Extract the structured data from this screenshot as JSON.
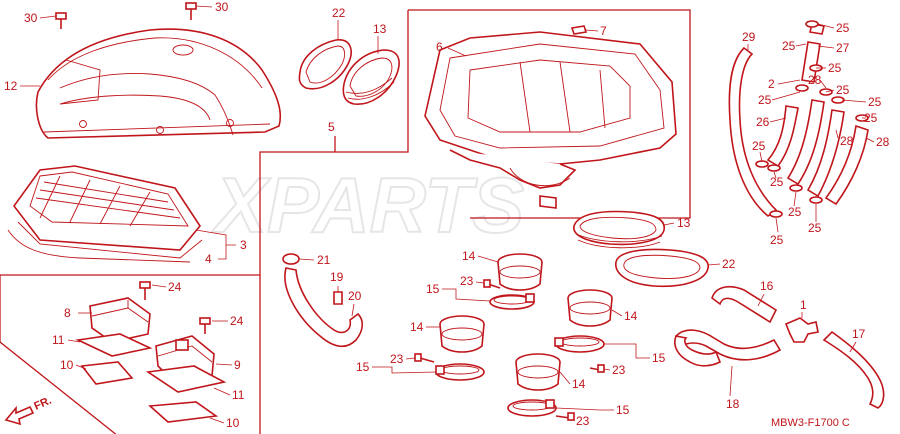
{
  "watermark": "XPARTS",
  "diagram_code": "MBW3-F1700 C",
  "front_indicator": "FR.",
  "labels": [
    {
      "id": "l30a",
      "text": "30"
    },
    {
      "id": "l30b",
      "text": "30"
    },
    {
      "id": "l12",
      "text": "12"
    },
    {
      "id": "l22a",
      "text": "22"
    },
    {
      "id": "l13a",
      "text": "13"
    },
    {
      "id": "l5",
      "text": "5"
    },
    {
      "id": "l6",
      "text": "6"
    },
    {
      "id": "l7",
      "text": "7"
    },
    {
      "id": "l3",
      "text": "3"
    },
    {
      "id": "l4",
      "text": "4"
    },
    {
      "id": "l21",
      "text": "21"
    },
    {
      "id": "l13b",
      "text": "13"
    },
    {
      "id": "l22b",
      "text": "22"
    },
    {
      "id": "l29",
      "text": "29"
    },
    {
      "id": "l25a",
      "text": "25"
    },
    {
      "id": "l27",
      "text": "27"
    },
    {
      "id": "l25b",
      "text": "25"
    },
    {
      "id": "l25c",
      "text": "25"
    },
    {
      "id": "l2",
      "text": "2"
    },
    {
      "id": "l28a",
      "text": "28"
    },
    {
      "id": "l25d",
      "text": "25"
    },
    {
      "id": "l25e",
      "text": "25"
    },
    {
      "id": "l25f",
      "text": "25"
    },
    {
      "id": "l26",
      "text": "26"
    },
    {
      "id": "l25g",
      "text": "25"
    },
    {
      "id": "l28b",
      "text": "28"
    },
    {
      "id": "l28c",
      "text": "28"
    },
    {
      "id": "l25h",
      "text": "25"
    },
    {
      "id": "l25i",
      "text": "25"
    },
    {
      "id": "l25j",
      "text": "25"
    },
    {
      "id": "l25k",
      "text": "25"
    },
    {
      "id": "l25l",
      "text": "25"
    },
    {
      "id": "l24a",
      "text": "24"
    },
    {
      "id": "l8",
      "text": "8"
    },
    {
      "id": "l24b",
      "text": "24"
    },
    {
      "id": "l11a",
      "text": "11"
    },
    {
      "id": "l9",
      "text": "9"
    },
    {
      "id": "l10a",
      "text": "10"
    },
    {
      "id": "l11b",
      "text": "11"
    },
    {
      "id": "l10b",
      "text": "10"
    },
    {
      "id": "l19",
      "text": "19"
    },
    {
      "id": "l20",
      "text": "20"
    },
    {
      "id": "l14a",
      "text": "14"
    },
    {
      "id": "l23a",
      "text": "23"
    },
    {
      "id": "l15a",
      "text": "15"
    },
    {
      "id": "l14b",
      "text": "14"
    },
    {
      "id": "l14c",
      "text": "14"
    },
    {
      "id": "l23b",
      "text": "23"
    },
    {
      "id": "l15b",
      "text": "15"
    },
    {
      "id": "l15c",
      "text": "15"
    },
    {
      "id": "l23c",
      "text": "23"
    },
    {
      "id": "l14d",
      "text": "14"
    },
    {
      "id": "l23d",
      "text": "23"
    },
    {
      "id": "l15d",
      "text": "15"
    },
    {
      "id": "l16",
      "text": "16"
    },
    {
      "id": "l1",
      "text": "1"
    },
    {
      "id": "l17",
      "text": "17"
    },
    {
      "id": "l18",
      "text": "18"
    }
  ]
}
